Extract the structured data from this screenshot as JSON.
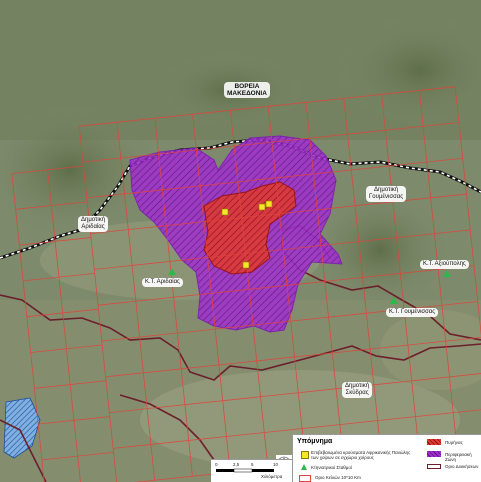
{
  "map": {
    "labels": {
      "north_macedonia": [
        "ΒΟΡΕΙΑ",
        "ΜΑΚΕΔΟΝΙΑ"
      ],
      "de_axioupolis": [
        "Δημοτική",
        "Γουμένισσας"
      ],
      "de_aridaias": [
        "Δημοτική",
        "Αριδαίας"
      ],
      "de_skydras": [
        "Δημοτική",
        "Σκύδρας"
      ],
      "kt_aridaias": "Κ.Τ. Αριδαίας",
      "kt_axioupolis": "Κ.Τ. Αξιούπολης",
      "kt_goumenissas": "Κ.Τ. Γουμένισσας"
    },
    "colors": {
      "core_zone": "#d8352a",
      "surveillance_zone": "#9b2fc9",
      "border": "#111111",
      "grid": "#e0443a",
      "regional": "#6b1f2a",
      "outbreak_marker": "#f5e628",
      "station_marker": "#2fb84a"
    }
  },
  "legend": {
    "title": "Υπόμνημα",
    "items": {
      "outbreak": "Επιβεβαιωμένα κρούσματα Αφρικανικής Πανώλης των χοίρων σε εγχώριο χοίρους",
      "station": "Κτηνιατρικοί Σταθμοί",
      "grid": "Οριο Κελιών 10*10 Km",
      "core": "Πυρήνας",
      "surveillance": "Περιφερειακή Ζώνη",
      "boundary": "Οριο Διοικήσεων"
    }
  },
  "scale": {
    "ticks": [
      "0",
      "2,5",
      "5",
      "10"
    ],
    "unit": "Χιλιόμετρα"
  }
}
